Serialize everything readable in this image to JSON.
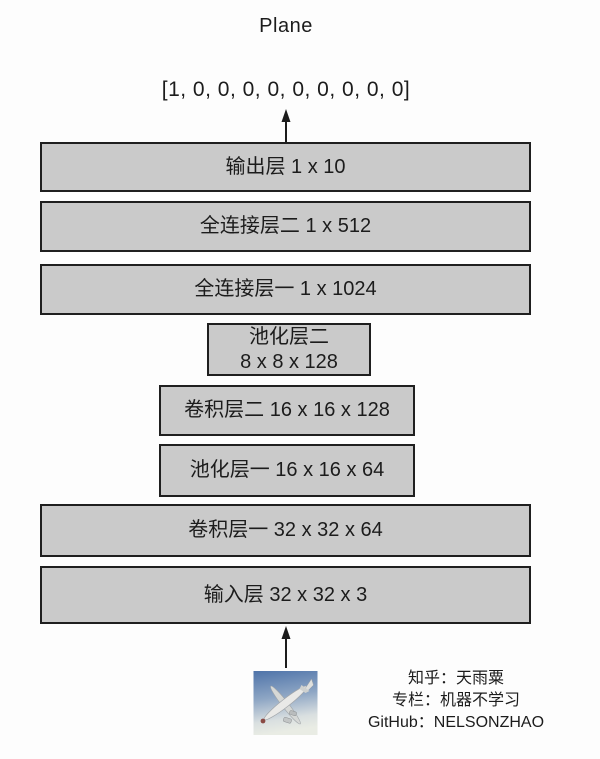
{
  "title": "Plane",
  "output_vector": "[1, 0, 0, 0, 0, 0, 0, 0, 0, 0]",
  "layers": [
    {
      "label": "输出层 1 x 10"
    },
    {
      "label": "全连接层二 1 x 512"
    },
    {
      "label": "全连接层一 1 x 1024"
    },
    {
      "label": "池化层二\n8 x 8 x 128"
    },
    {
      "label": "卷积层二 16 x 16 x 128"
    },
    {
      "label": "池化层一 16 x 16 x 64"
    },
    {
      "label": "卷积层一 32 x 32 x 64"
    },
    {
      "label": "输入层 32 x 32 x 3"
    }
  ],
  "credits": {
    "zhihu": "知乎：天雨粟",
    "column": "专栏：机器不学习",
    "github": "GitHub：NELSONZHAO"
  },
  "input_image": "airplane-photo",
  "colors": {
    "box_fill": "#cacaca",
    "box_border": "#1f1f1f",
    "background": "#fdfdfd",
    "text": "#1c1c1c",
    "sky_top": "#4e73a9",
    "sky_bottom": "#e9ece4"
  }
}
